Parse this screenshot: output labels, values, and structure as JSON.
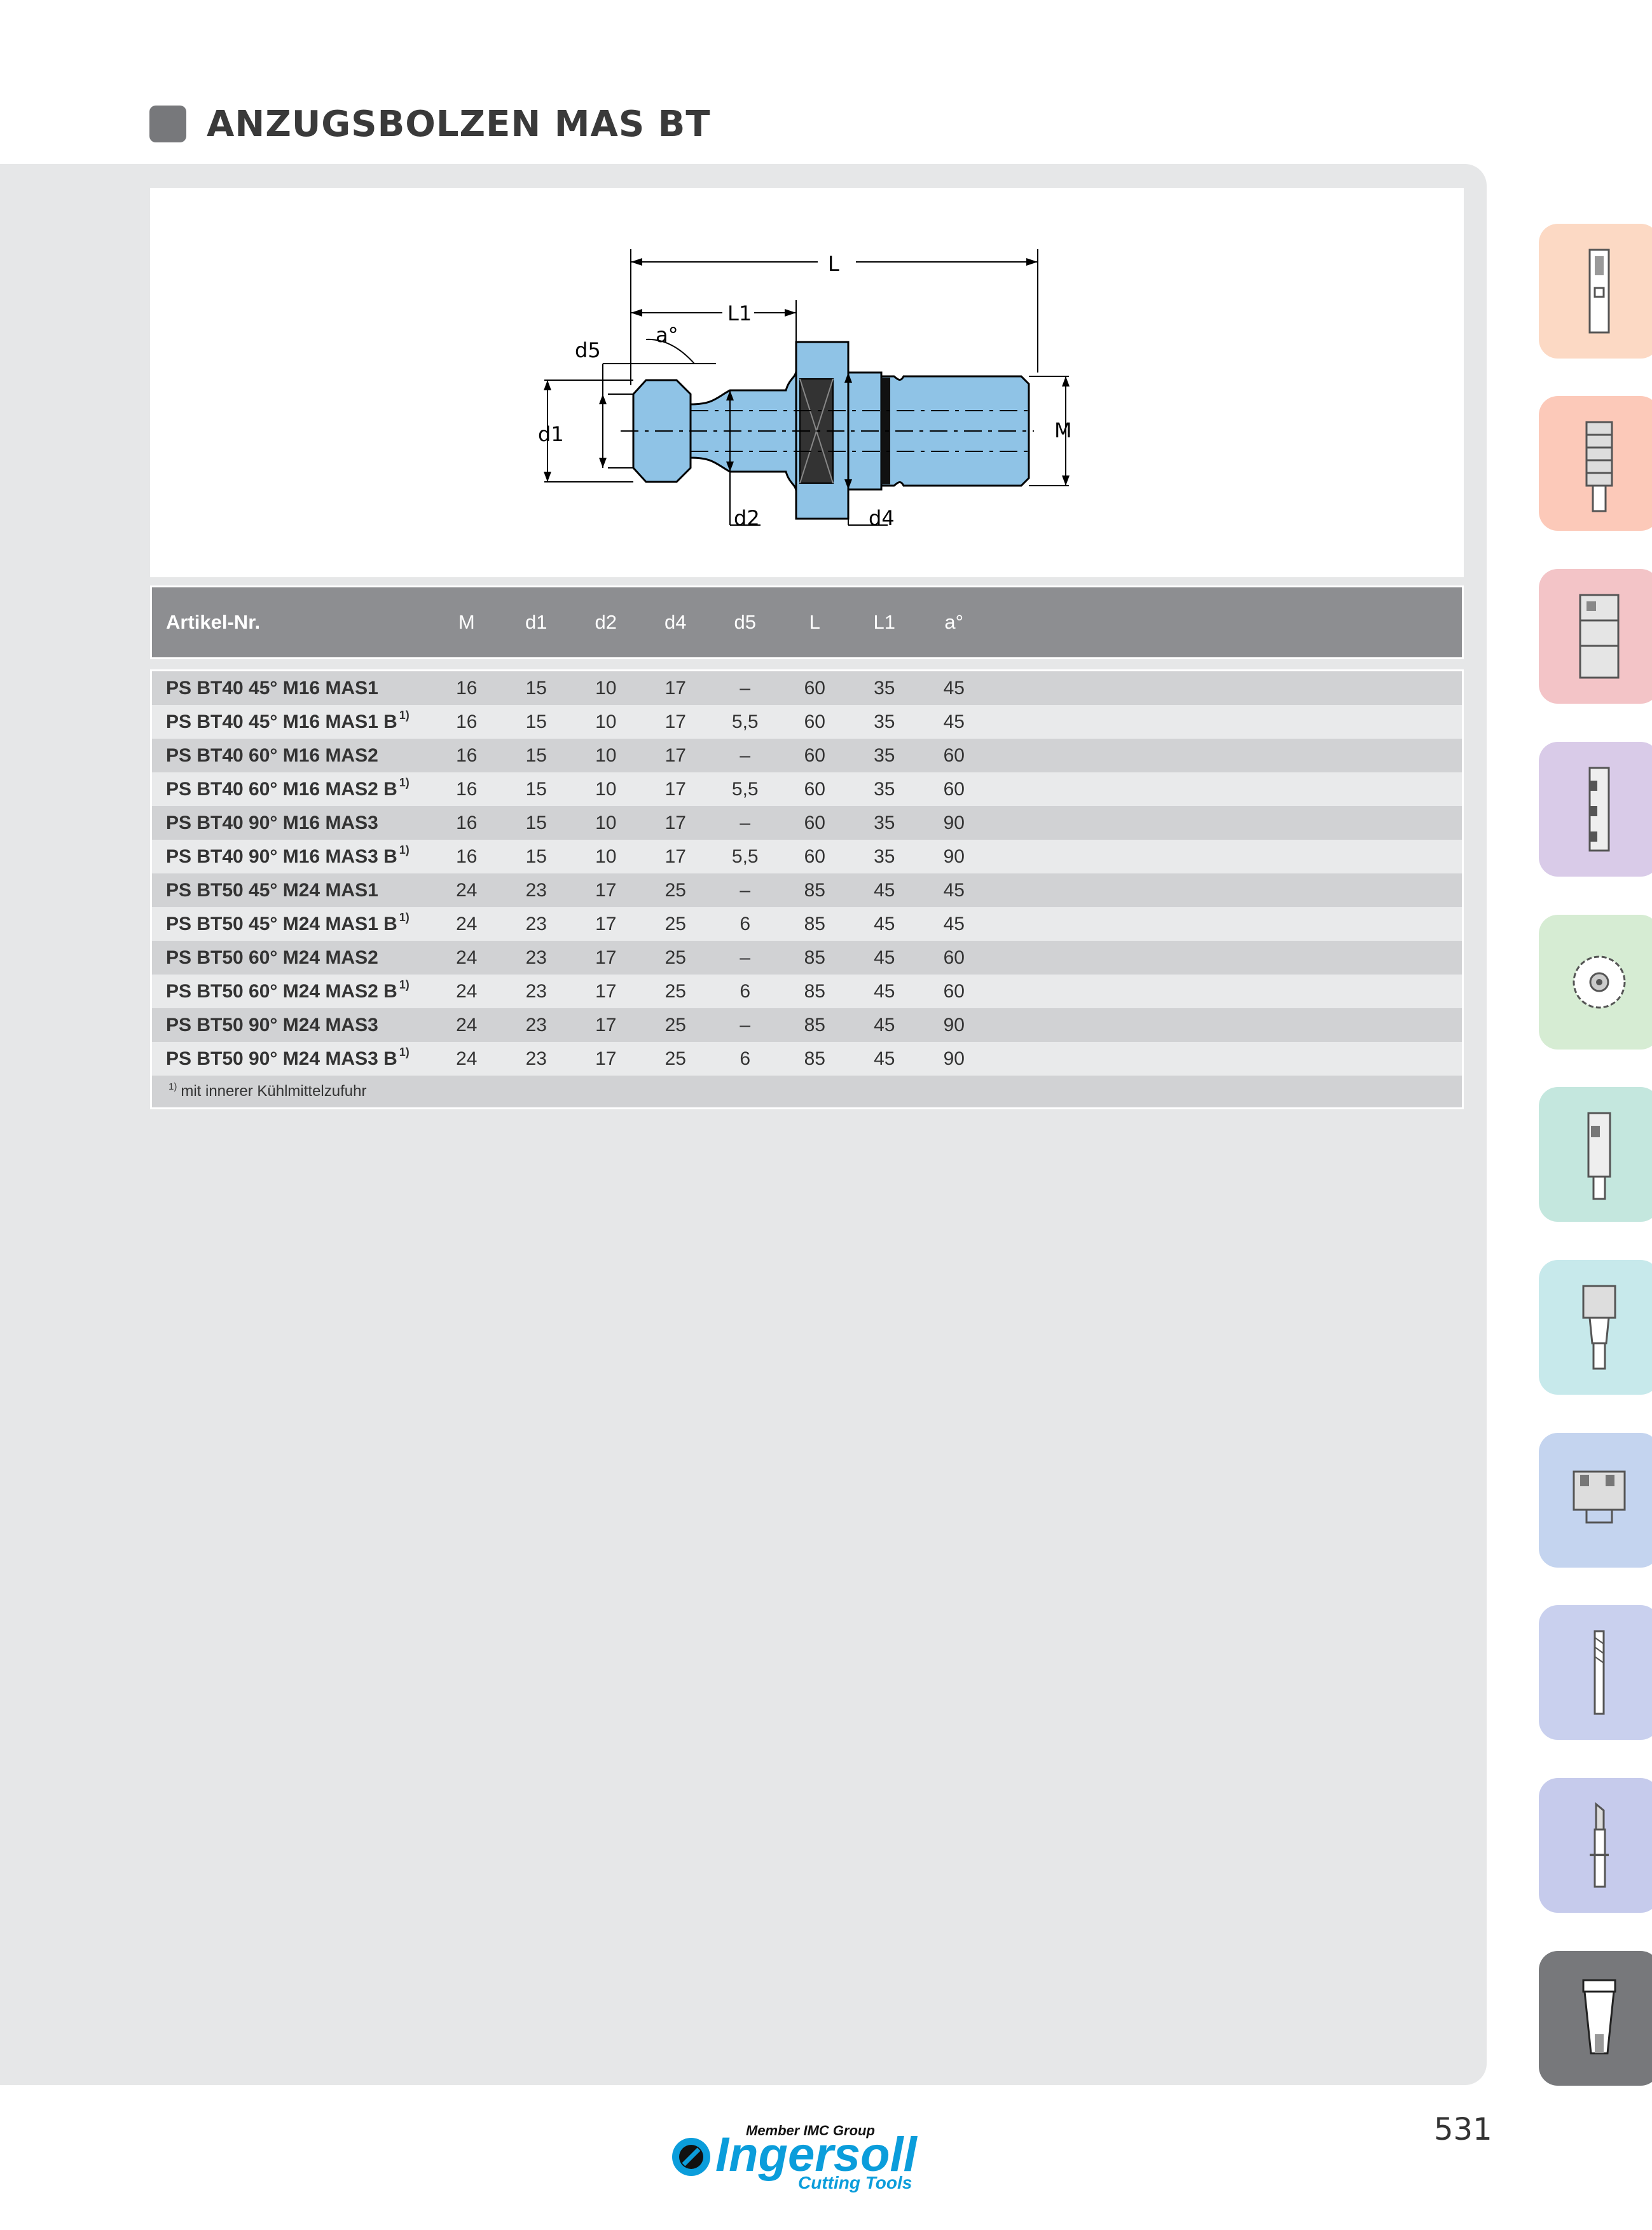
{
  "header": {
    "title": "ANZUGSBOLZEN MAS BT"
  },
  "drawing": {
    "labels": {
      "L": "L",
      "L1": "L1",
      "a": "a°",
      "d5": "d5",
      "d1": "d1",
      "d2": "d2",
      "d4": "d4",
      "M": "M"
    },
    "colors": {
      "part": "#8fc3e6",
      "outline": "#000000"
    }
  },
  "table": {
    "columns": [
      "Artikel-Nr.",
      "M",
      "d1",
      "d2",
      "d4",
      "d5",
      "L",
      "L1",
      "a°"
    ],
    "rows": [
      {
        "art": "PS BT40 45° M16 MAS1",
        "sup": "",
        "vals": [
          "16",
          "15",
          "10",
          "17",
          "–",
          "60",
          "35",
          "45"
        ]
      },
      {
        "art": "PS BT40 45° M16 MAS1 B",
        "sup": "1)",
        "vals": [
          "16",
          "15",
          "10",
          "17",
          "5,5",
          "60",
          "35",
          "45"
        ]
      },
      {
        "art": "PS BT40 60° M16 MAS2",
        "sup": "",
        "vals": [
          "16",
          "15",
          "10",
          "17",
          "–",
          "60",
          "35",
          "60"
        ]
      },
      {
        "art": "PS BT40 60° M16 MAS2 B",
        "sup": "1)",
        "vals": [
          "16",
          "15",
          "10",
          "17",
          "5,5",
          "60",
          "35",
          "60"
        ]
      },
      {
        "art": "PS BT40 90° M16 MAS3",
        "sup": "",
        "vals": [
          "16",
          "15",
          "10",
          "17",
          "–",
          "60",
          "35",
          "90"
        ]
      },
      {
        "art": "PS BT40 90° M16 MAS3 B",
        "sup": "1)",
        "vals": [
          "16",
          "15",
          "10",
          "17",
          "5,5",
          "60",
          "35",
          "90"
        ]
      },
      {
        "art": "PS BT50 45° M24 MAS1",
        "sup": "",
        "vals": [
          "24",
          "23",
          "17",
          "25",
          "–",
          "85",
          "45",
          "45"
        ]
      },
      {
        "art": "PS BT50 45° M24 MAS1 B",
        "sup": "1)",
        "vals": [
          "24",
          "23",
          "17",
          "25",
          "6",
          "85",
          "45",
          "45"
        ]
      },
      {
        "art": "PS BT50 60° M24 MAS2",
        "sup": "",
        "vals": [
          "24",
          "23",
          "17",
          "25",
          "–",
          "85",
          "45",
          "60"
        ]
      },
      {
        "art": "PS BT50 60° M24 MAS2 B",
        "sup": "1)",
        "vals": [
          "24",
          "23",
          "17",
          "25",
          "6",
          "85",
          "45",
          "60"
        ]
      },
      {
        "art": "PS BT50 90° M24 MAS3",
        "sup": "",
        "vals": [
          "24",
          "23",
          "17",
          "25",
          "–",
          "85",
          "45",
          "90"
        ]
      },
      {
        "art": "PS BT50 90° M24 MAS3 B",
        "sup": "1)",
        "vals": [
          "24",
          "23",
          "17",
          "25",
          "6",
          "85",
          "45",
          "90"
        ]
      }
    ],
    "footnote": {
      "mark": "1)",
      "text": "mit innerer Kühlmittelzufuhr"
    }
  },
  "side_tabs": [
    {
      "icon": "shell-mill-icon",
      "color": "#fcd9c4"
    },
    {
      "icon": "porcupine-cutter-icon",
      "color": "#fcc9b9"
    },
    {
      "icon": "face-mill-icon",
      "color": "#f3c4c7"
    },
    {
      "icon": "slot-mill-icon",
      "color": "#d9cbe8"
    },
    {
      "icon": "saw-blade-icon",
      "color": "#d6ecd3"
    },
    {
      "icon": "end-mill-holder-icon",
      "color": "#c4e7de"
    },
    {
      "icon": "boring-head-icon",
      "color": "#c7e9eb"
    },
    {
      "icon": "side-mill-icon",
      "color": "#c4d4ef"
    },
    {
      "icon": "solid-end-mill-icon",
      "color": "#c9d0ee"
    },
    {
      "icon": "drill-icon",
      "color": "#c6cbec"
    },
    {
      "icon": "tool-holder-icon",
      "color": "#77787b"
    }
  ],
  "footer": {
    "page_number": "531",
    "logo": {
      "top": "Member IMC Group",
      "brand": "Ingersoll",
      "sub": "Cutting Tools",
      "color": "#0b9ddb"
    }
  }
}
